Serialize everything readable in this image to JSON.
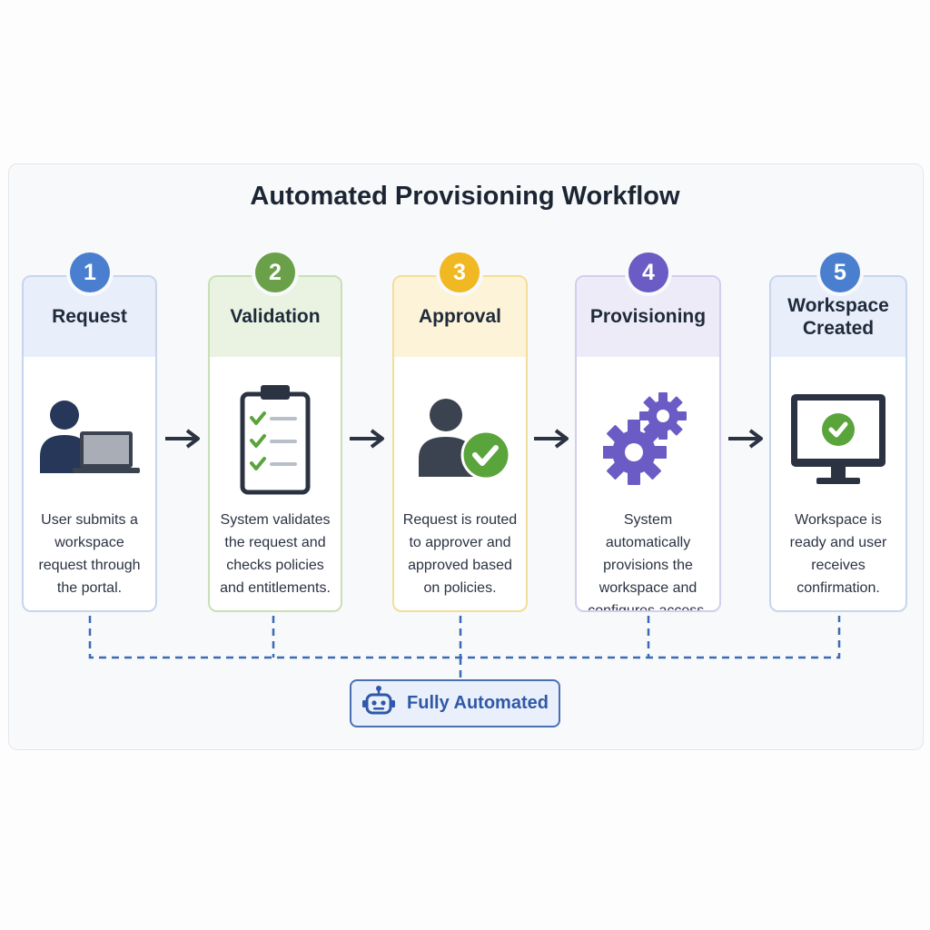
{
  "title": "Automated Provisioning Workflow",
  "steps": [
    {
      "number": "1",
      "title": "Request",
      "description": "User submits a workspace request through the portal.",
      "icon": "user-laptop-icon",
      "color": "#4a7fd0",
      "header_bg": "#e8eefa",
      "border": "#c7d5ee"
    },
    {
      "number": "2",
      "title": "Validation",
      "description": "System validates the request and checks policies and entitlements.",
      "icon": "clipboard-checklist-icon",
      "color": "#6aa04a",
      "header_bg": "#eaf3e2",
      "border": "#c9dfb8"
    },
    {
      "number": "3",
      "title": "Approval",
      "description": "Request is routed to approver and approved based on policies.",
      "icon": "user-approved-icon",
      "color": "#f0b823",
      "header_bg": "#fdf3d9",
      "border": "#f3dd9a"
    },
    {
      "number": "4",
      "title": "Provisioning",
      "description": "System automatically provisions the workspace and configures access.",
      "icon": "gears-icon",
      "color": "#6a5cc4",
      "header_bg": "#eeebf8",
      "border": "#d3cdee"
    },
    {
      "number": "5",
      "title": "Workspace Created",
      "description": "Workspace is ready and user receives confirmation.",
      "icon": "monitor-check-icon",
      "color": "#4a7fd0",
      "header_bg": "#e8eefa",
      "border": "#c7d5ee"
    }
  ],
  "automation": {
    "label": "Fully Automated",
    "icon": "robot-icon"
  }
}
